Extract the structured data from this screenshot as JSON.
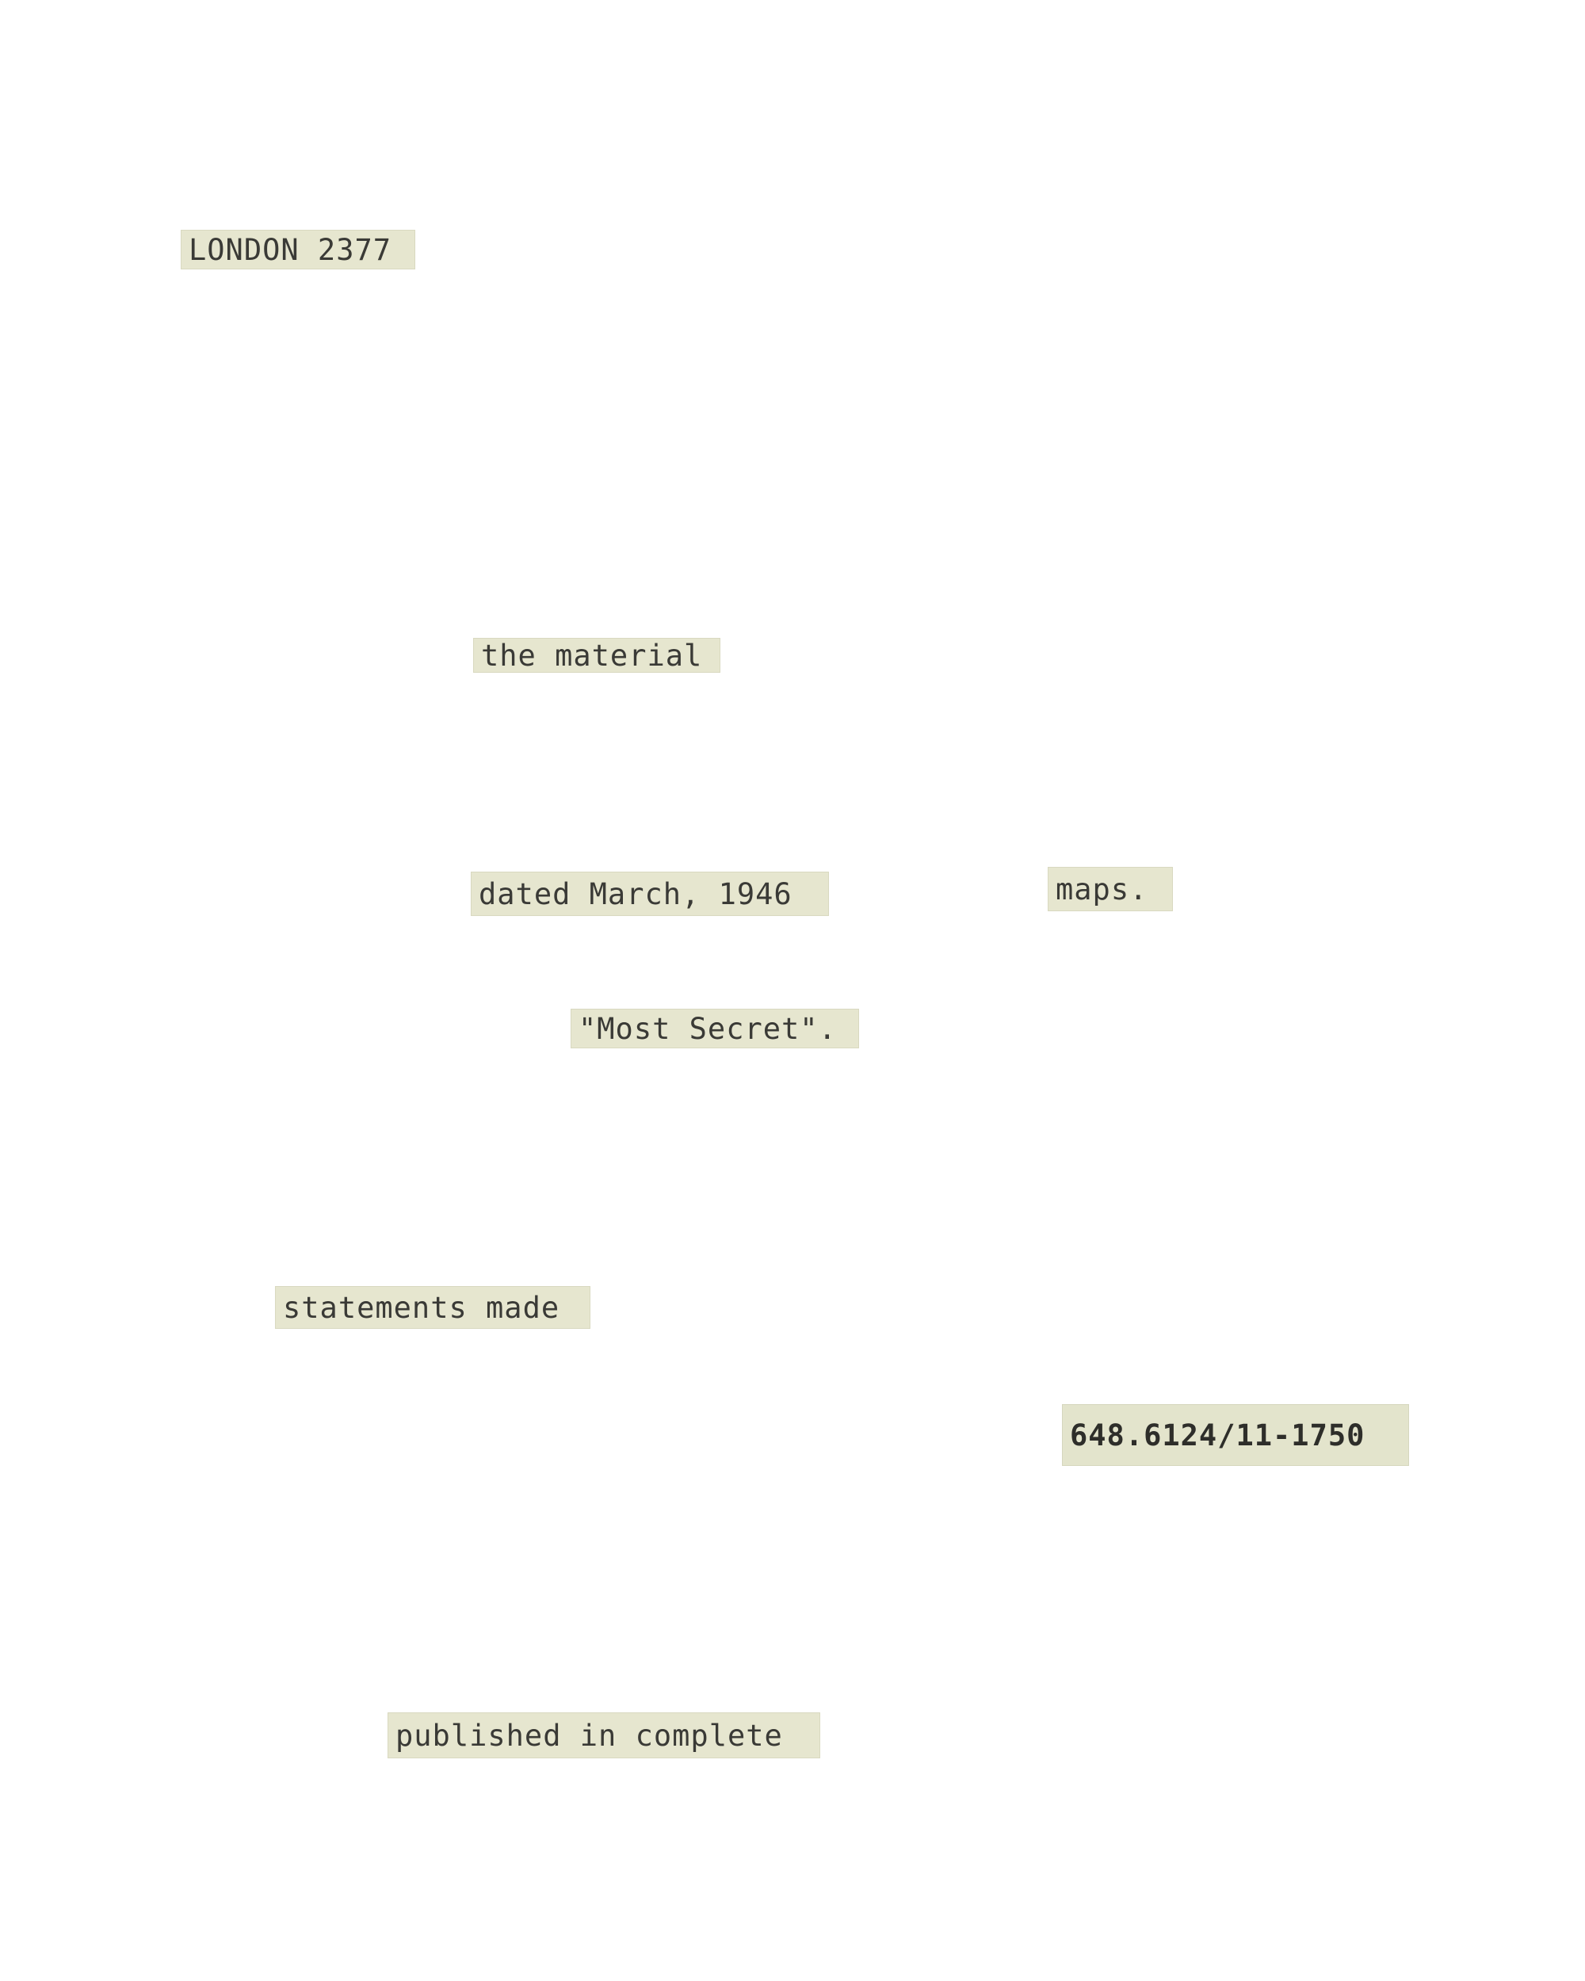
{
  "document": {
    "fragments": [
      {
        "id": "london-2377",
        "text": "LONDON 2377"
      },
      {
        "id": "the-material",
        "text": "the material"
      },
      {
        "id": "dated-march-1946",
        "text": "dated March, 1946"
      },
      {
        "id": "maps",
        "text": "maps."
      },
      {
        "id": "most-secret",
        "text": "\"Most Secret\"."
      },
      {
        "id": "statements-made",
        "text": "statements made"
      },
      {
        "id": "file-number",
        "text": "648.6124/11-1750"
      },
      {
        "id": "published-in-complete",
        "text": "published in complete"
      }
    ]
  }
}
